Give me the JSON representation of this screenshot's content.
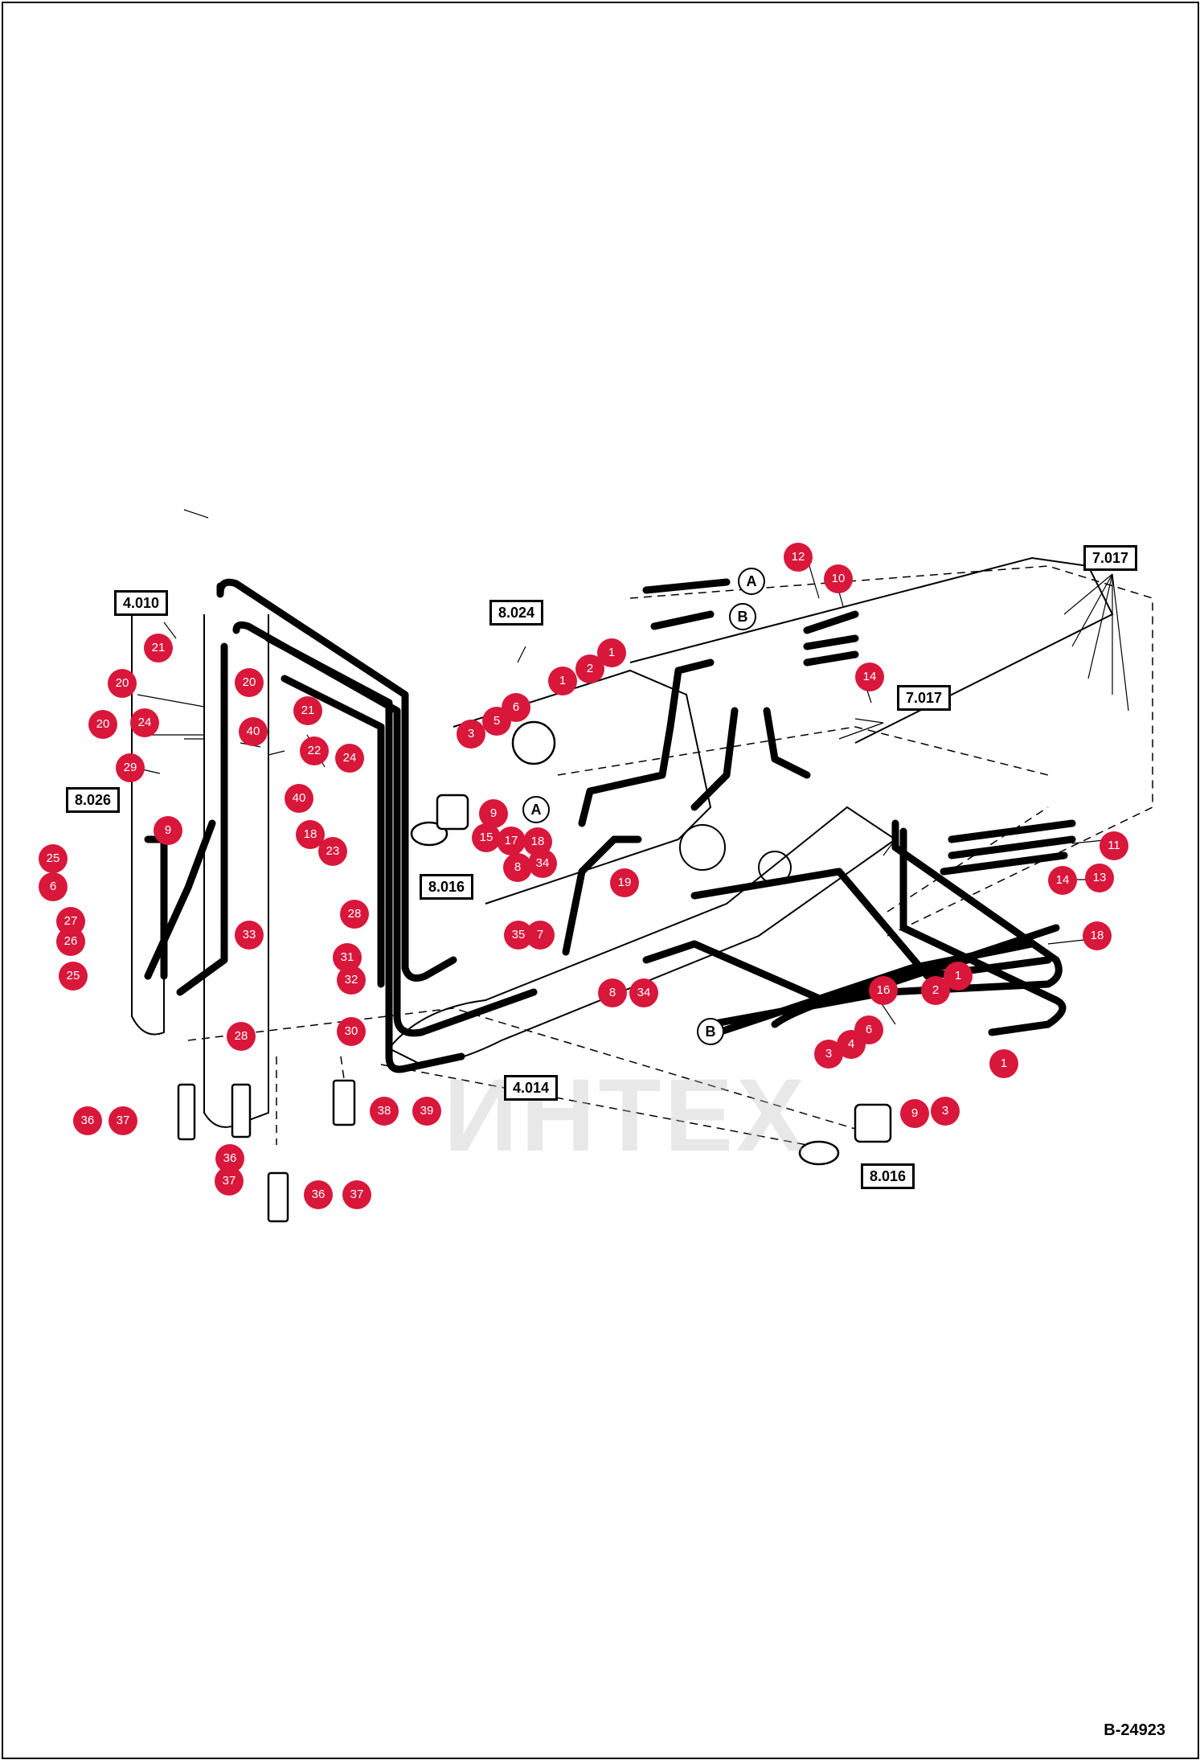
{
  "drawing_number": "B-24923",
  "watermark_text": "ИНТЕХ",
  "colors": {
    "callout": "#d8173b",
    "line": "#000000",
    "watermark": "#c8c8c8"
  },
  "reference_boxes": [
    "4.010",
    "8.024",
    "7.017",
    "7.017",
    "8.026",
    "8.016",
    "4.014",
    "8.016"
  ],
  "connection_letters": [
    "A",
    "B",
    "A",
    "B"
  ],
  "callouts": [
    "21",
    "20",
    "20",
    "20",
    "24",
    "40",
    "21",
    "22",
    "24",
    "29",
    "40",
    "18",
    "23",
    "9",
    "25",
    "6",
    "27",
    "26",
    "25",
    "28",
    "33",
    "31",
    "32",
    "28",
    "30",
    "36",
    "37",
    "38",
    "39",
    "36",
    "37",
    "36",
    "37",
    "1",
    "1",
    "2",
    "3",
    "5",
    "6",
    "9",
    "15",
    "17",
    "18",
    "8",
    "34",
    "19",
    "35",
    "7",
    "8",
    "34",
    "12",
    "10",
    "14",
    "11",
    "14",
    "13",
    "18",
    "16",
    "1",
    "2",
    "6",
    "4",
    "3",
    "9",
    "3",
    "1"
  ]
}
